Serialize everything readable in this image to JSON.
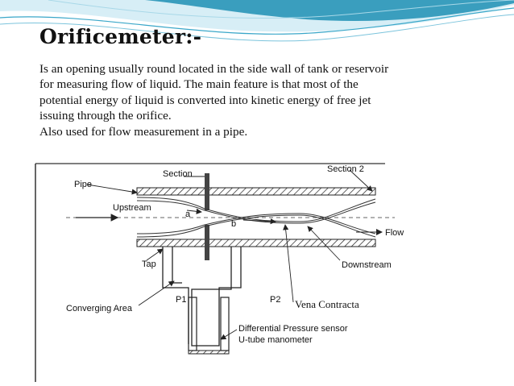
{
  "slide": {
    "title": "Orificemeter:-",
    "paragraph_lines": [
      "Is an opening usually round located in the side wall of tank or  reservoir",
      "for measuring flow of liquid. The main feature is that most of the",
      "potential energy of liquid is converted into kinetic energy of free jet",
      "issuing through the orifice."
    ],
    "second_paragraph": "Also used for flow measurement in a pipe.",
    "colors": {
      "wave_dark": "#1f8fb4",
      "wave_light": "#bfe3ef",
      "text": "#111111",
      "diagram_line": "#222222"
    }
  },
  "diagram": {
    "labels": {
      "pipe": "Pipe",
      "section1": "Section",
      "section2": "Section 2",
      "upstream": "Upstream",
      "a": "a",
      "b": "b",
      "flow": "Flow",
      "tap": "Tap",
      "downstream": "Downstream",
      "p1": "P1",
      "p2": "P2",
      "converging_area": "Converging Area",
      "vena_contracta": "Vena Contracta",
      "sensor_line1": "Differential Pressure sensor",
      "sensor_line2": "U-tube manometer"
    }
  }
}
